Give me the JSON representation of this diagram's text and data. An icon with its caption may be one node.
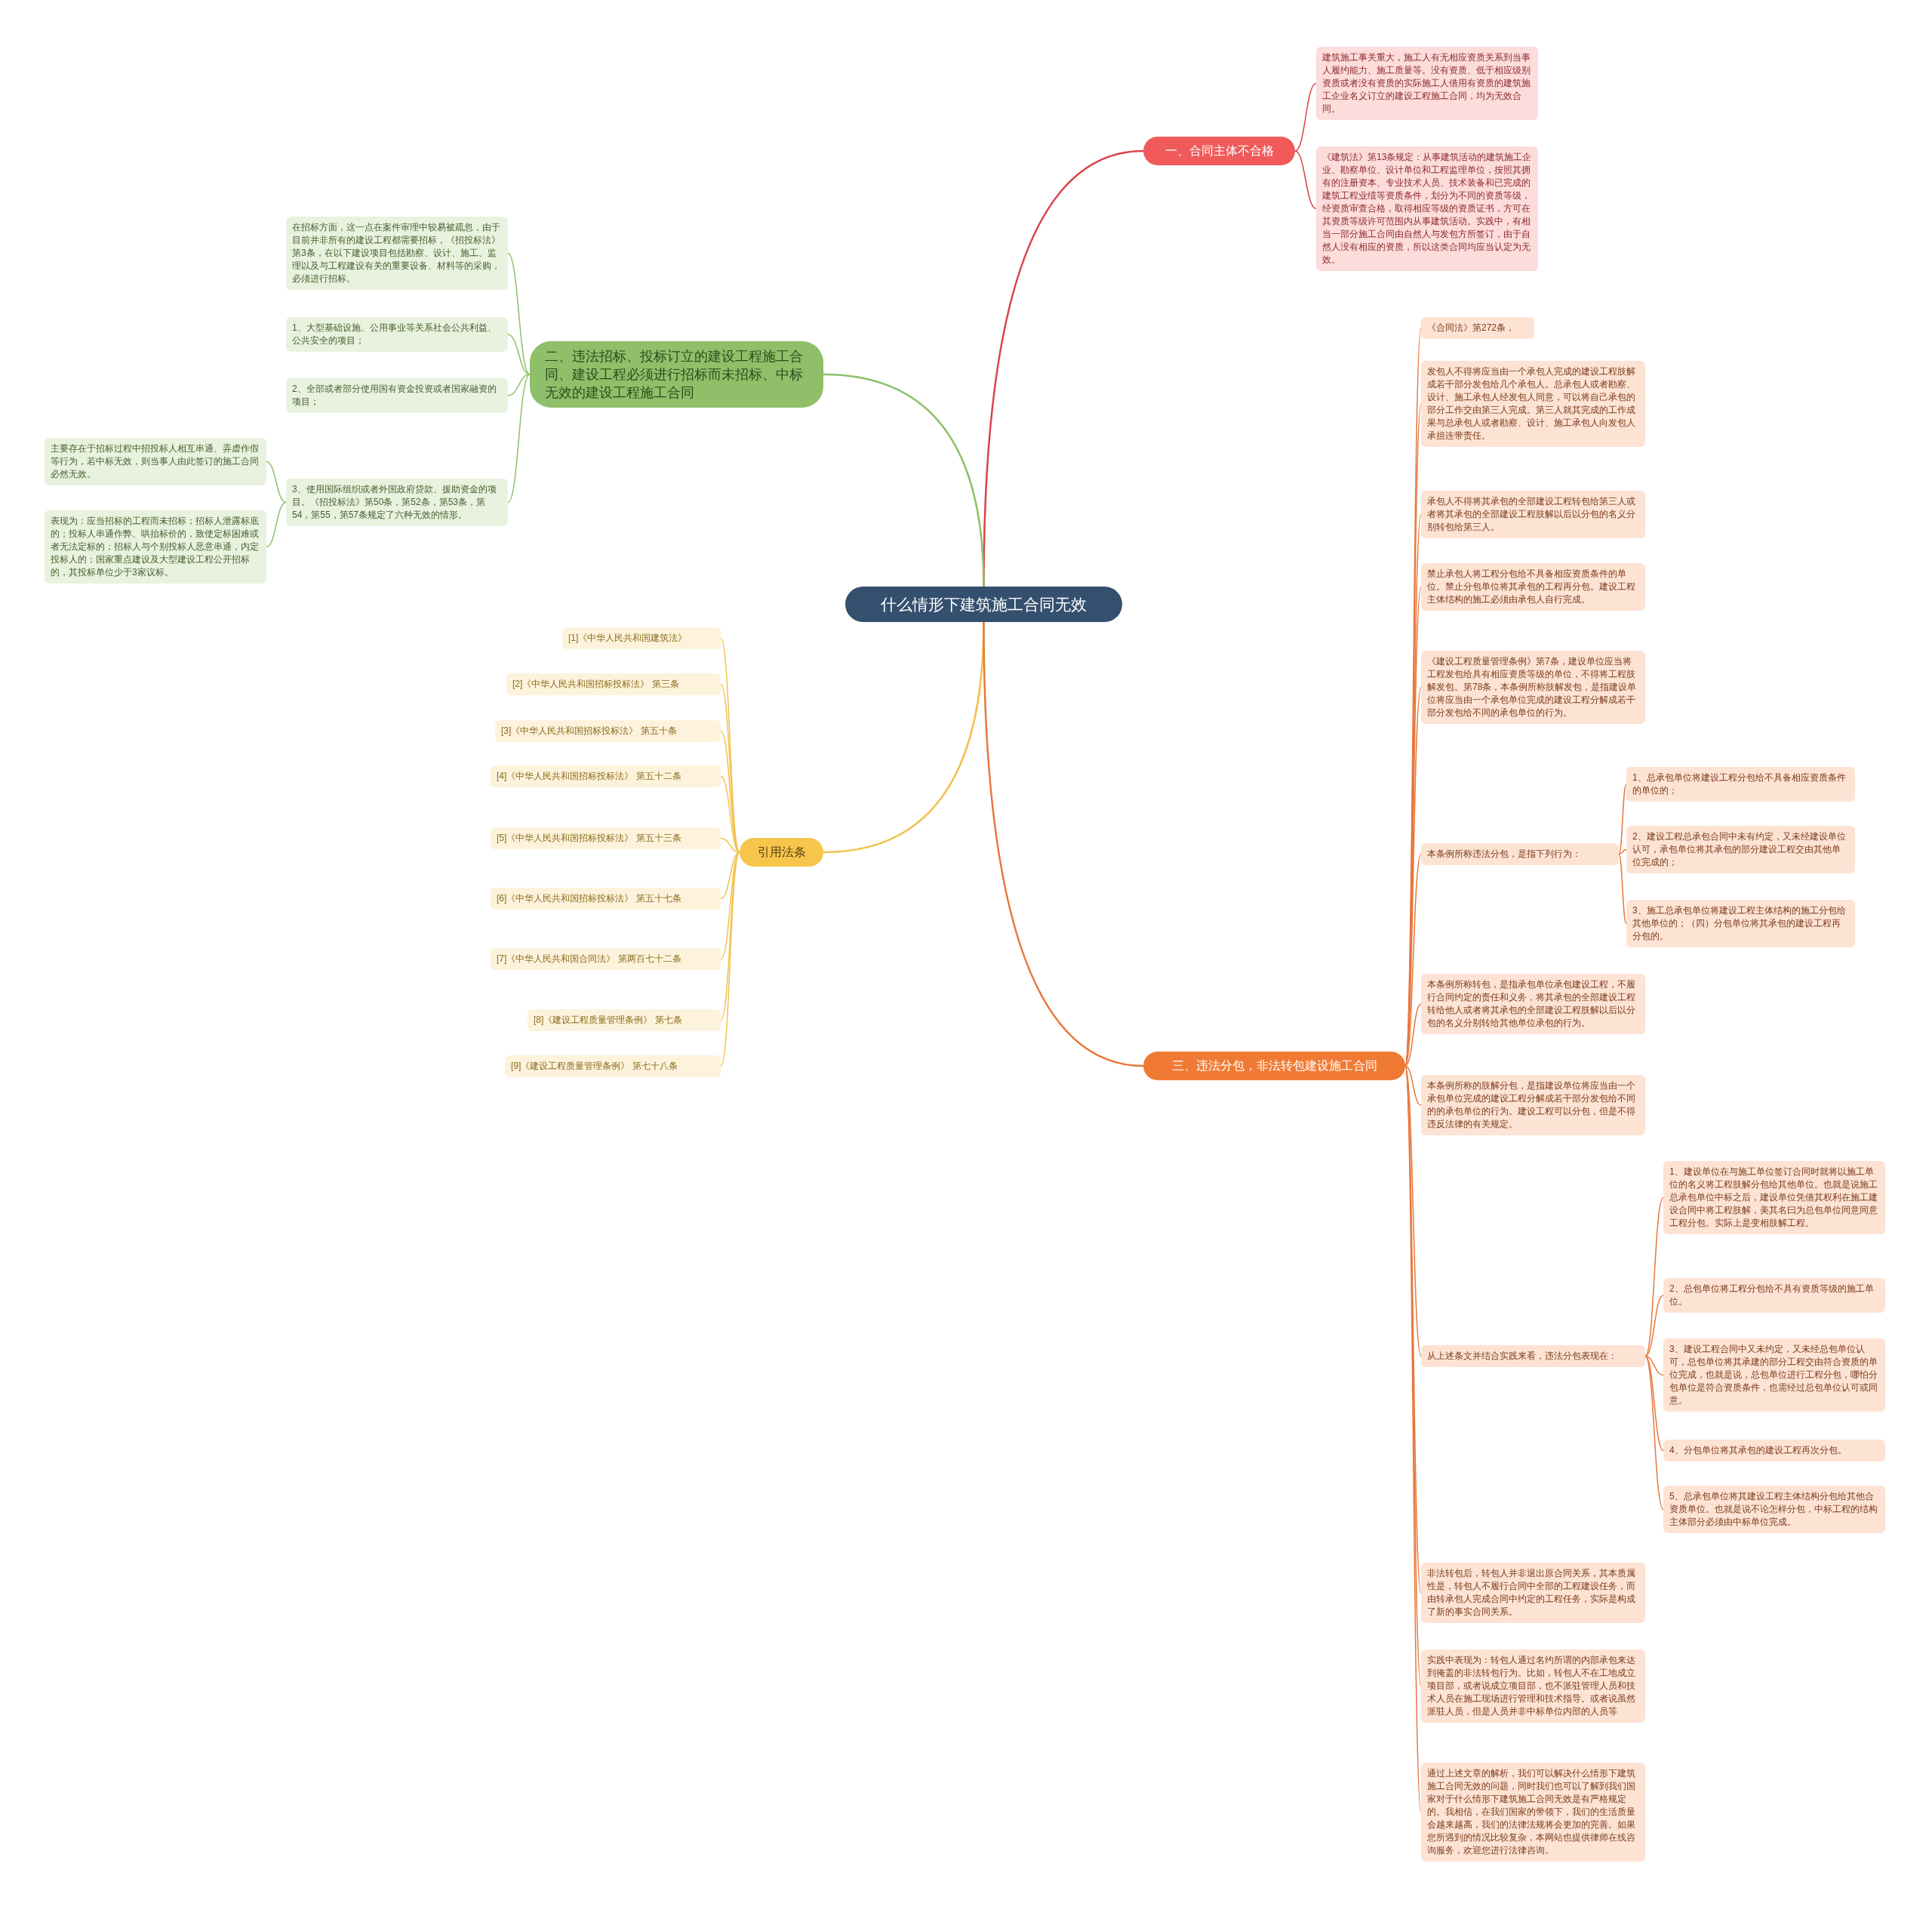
{
  "diagram": {
    "nodes": [
      {
        "text": [
          "什么情形下建筑施工合同无效"
        ]
      },
      {
        "text": [
          "一、合同主体不合格"
        ]
      },
      {
        "text": [
          "建筑施工事关重大，施工人有无相应资质关系到当事人履约能力、施工质量等。没有资质、低于相应级别资质或者没有资质的实际施工人借用有资质的建筑施工企业名义订立的建设工程施工合同，均为无效合同。"
        ]
      },
      {
        "text": [
          "《建筑法》第13条规定：从事建筑活动的建筑施工企业、勘察单位、设计单位和工程监理单位，按照其拥有的注册资本、专业技术人员、技术装备和已完成的建筑工程业绩等资质条件，划分为不同的资质等级，经资质审查合格，取得相应等级的资质证书，方可在其资质等级许可范围内从事建筑活动。实践中，有相当一部分施工合同由自然人与发包方所签订，由于自然人没有相应的资质，所以这类合同均应当认定为无效。"
        ]
      },
      {
        "text": [
          "二、违法招标、投标订立的建设工程施工合同、建设工程必须进行招标而未招标、中标无效的建设工程施工合同"
        ]
      },
      {
        "text": [
          "在招标方面，这一点在案件审理中较易被疏忽，由于目前并非所有的建设工程都需要招标，《招投标法》第3条，在以下建设项目包括勘察、设计、施工、监理以及与工程建设有关的重要设备、材料等的采购，必须进行招标。"
        ]
      },
      {
        "text": [
          "1、大型基础设施、公用事业等关系社会公共利益、公共安全的项目；"
        ]
      },
      {
        "text": [
          "2、全部或者部分使用国有资金投资或者国家融资的项目；"
        ]
      },
      {
        "text": [
          "3、使用国际组织或者外国政府贷款、援助资金的项目。《招投标法》第50条，第52条，第53条，第54，第55，第57条规定了六种无效的情形。"
        ]
      },
      {
        "text": [
          "主要存在于招标过程中招投标人相互串通、弄虚作假等行为，若中标无效，则当事人由此签订的施工合同必然无效。"
        ]
      },
      {
        "text": [
          "表现为：应当招标的工程而未招标；招标人泄露标底的；投标人串通作弊、哄抬标价的，致使定标困难或者无法定标的；招标人与个别投标人恶意串通，内定投标人的；国家重点建设及大型建设工程公开招标的，其投标单位少于3家议标。"
        ]
      },
      {
        "text": [
          "引用法条"
        ]
      },
      {
        "text": [
          "[1]《中华人民共和国建筑法》"
        ]
      },
      {
        "text": [
          "[2]《中华人民共和国招标投标法》 第三条"
        ]
      },
      {
        "text": [
          "[3]《中华人民共和国招标投标法》 第五十条"
        ]
      },
      {
        "text": [
          "[4]《中华人民共和国招标投标法》 第五十二条"
        ]
      },
      {
        "text": [
          "[5]《中华人民共和国招标投标法》 第五十三条"
        ]
      },
      {
        "text": [
          "[6]《中华人民共和国招标投标法》 第五十七条"
        ]
      },
      {
        "text": [
          "[7]《中华人民共和国合同法》 第两百七十二条"
        ]
      },
      {
        "text": [
          "[8]《建设工程质量管理条例》 第七条"
        ]
      },
      {
        "text": [
          "[9]《建设工程质量管理条例》 第七十八条"
        ]
      },
      {
        "text": [
          "三、违法分包，非法转包建设施工合同"
        ]
      },
      {
        "text": [
          "《合同法》第272条，"
        ]
      },
      {
        "text": [
          "发包人不得将应当由一个承包人完成的建设工程肢解成若干部分发包给几个承包人。总承包人或者勘察、设计、施工承包人经发包人同意，可以将自己承包的部分工作交由第三人完成。第三人就其完成的工作成果与总承包人或者勘察、设计、施工承包人向发包人承担连带责任。"
        ]
      },
      {
        "text": [
          "承包人不得将其承包的全部建设工程转包给第三人或者将其承包的全部建设工程肢解以后以分包的名义分别转包给第三人。"
        ]
      },
      {
        "text": [
          "禁止承包人将工程分包给不具备相应资质条件的单位。禁止分包单位将其承包的工程再分包。建设工程主体结构的施工必须由承包人自行完成。"
        ]
      },
      {
        "text": [
          "《建设工程质量管理条例》第7条，建设单位应当将工程发包给具有相应资质等级的单位，不得将工程肢解发包。第78条，本条例所称肢解发包，是指建设单位将应当由一个承包单位完成的建设工程分解成若干部分发包给不同的承包单位的行为。"
        ]
      },
      {
        "text": [
          "本条例所称违法分包，是指下列行为："
        ]
      },
      {
        "text": [
          "1、总承包单位将建设工程分包给不具备相应资质条件的单位的；"
        ]
      },
      {
        "text": [
          "2、建设工程总承包合同中未有约定，又未经建设单位认可，承包单位将其承包的部分建设工程交由其他单位完成的；"
        ]
      },
      {
        "text": [
          "3、施工总承包单位将建设工程主体结构的施工分包给其他单位的；（四）分包单位将其承包的建设工程再分包的。"
        ]
      },
      {
        "text": [
          "本条例所称转包，是指承包单位承包建设工程，不履行合同约定的责任和义务，将其承包的全部建设工程转给他人或者将其承包的全部建设工程肢解以后以分包的名义分别转给其他单位承包的行为。"
        ]
      },
      {
        "text": [
          "本条例所称的肢解分包，是指建设单位将应当由一个承包单位完成的建设工程分解成若干部分发包给不同的的承包单位的行为。建设工程可以分包，但是不得违反法律的有关规定。"
        ]
      },
      {
        "text": [
          "从上述条文并结合实践来看，违法分包表现在："
        ]
      },
      {
        "text": [
          "1、建设单位在与施工单位签订合同时就将以施工单位的名义将工程肢解分包给其他单位。也就是说施工总承包单位中标之后，建设单位凭借其权利在施工建设合同中将工程肢解，美其名曰为总包单位同意同意工程分包。实际上是变相肢解工程。"
        ]
      },
      {
        "text": [
          "2、总包单位将工程分包给不具有资质等级的施工单位。"
        ]
      },
      {
        "text": [
          "3、建设工程合同中又未约定，又未经总包单位认可，总包单位将其承建的部分工程交由符合资质的单位完成，也就是说，总包单位进行工程分包，哪怕分包单位是符合资质条件，也需经过总包单位认可或同意。"
        ]
      },
      {
        "text": [
          "4、分包单位将其承包的建设工程再次分包。"
        ]
      },
      {
        "text": [
          "5、总承包单位将其建设工程主体结构分包给其他合资质单位。也就是说不论怎样分包，中标工程的结构主体部分必须由中标单位完成。"
        ]
      },
      {
        "text": [
          "非法转包后，转包人并非退出原合同关系，其本质属性是，转包人不履行合同中全部的工程建设任务，而由转承包人完成合同中约定的工程任务，实际是构成了新的事实合同关系。"
        ]
      },
      {
        "text": [
          "实践中表现为：转包人通过名约所谓的内部承包来达到掩盖的非法转包行为。比如，转包人不在工地成立项目部，或者说成立项目部，也不派驻管理人员和技术人员在施工现场进行管理和技术指导。或者说虽然派驻人员，但是人员并非中标单位内部的人员等"
        ]
      },
      {
        "text": [
          "通过上述文章的解析，我们可以解决什么情形下建筑施工合同无效的问题，同时我们也可以了解到我们国家对于什么情形下建筑施工合同无效是有严格规定的。我相信，在我们国家的带领下，我们的生活质量会越来越高，我们的法律法规将会更加的完善。如果您所遇到的情况比较复杂，本网站也提供律师在线咨询服务，欢迎您进行法律咨询。"
        ]
      }
    ],
    "edges": [
      {
        "from": 0,
        "to": 1,
        "arrow": "none",
        "color": "#d9434a"
      },
      {
        "from": 1,
        "to": 2,
        "arrow": "none",
        "color": "#d9434a"
      },
      {
        "from": 1,
        "to": 3,
        "arrow": "none",
        "color": "#d9434a"
      },
      {
        "from": 0,
        "to": 4,
        "arrow": "none",
        "color": "#8cbf6a"
      },
      {
        "from": 4,
        "to": 5,
        "arrow": "none",
        "color": "#8cbf6a"
      },
      {
        "from": 4,
        "to": 6,
        "arrow": "none",
        "color": "#8cbf6a"
      },
      {
        "from": 4,
        "to": 7,
        "arrow": "none",
        "color": "#8cbf6a"
      },
      {
        "from": 4,
        "to": 8,
        "arrow": "none",
        "color": "#8cbf6a"
      },
      {
        "from": 8,
        "to": 9,
        "arrow": "none",
        "color": "#8cbf6a"
      },
      {
        "from": 8,
        "to": 10,
        "arrow": "none",
        "color": "#8cbf6a"
      },
      {
        "from": 0,
        "to": 11,
        "arrow": "none",
        "color": "#f2c14e"
      },
      {
        "from": 11,
        "to": 12,
        "arrow": "none",
        "color": "#f2c14e"
      },
      {
        "from": 11,
        "to": 13,
        "arrow": "none",
        "color": "#f2c14e"
      },
      {
        "from": 11,
        "to": 14,
        "arrow": "none",
        "color": "#f2c14e"
      },
      {
        "from": 11,
        "to": 15,
        "arrow": "none",
        "color": "#f2c14e"
      },
      {
        "from": 11,
        "to": 16,
        "arrow": "none",
        "color": "#f2c14e"
      },
      {
        "from": 11,
        "to": 17,
        "arrow": "none",
        "color": "#f2c14e"
      },
      {
        "from": 11,
        "to": 18,
        "arrow": "none",
        "color": "#f2c14e"
      },
      {
        "from": 11,
        "to": 19,
        "arrow": "none",
        "color": "#f2c14e"
      },
      {
        "from": 11,
        "to": 20,
        "arrow": "none",
        "color": "#f2c14e"
      },
      {
        "from": 0,
        "to": 21,
        "arrow": "none"
      },
      {
        "from": 21,
        "to": 22,
        "arrow": "none"
      },
      {
        "from": 21,
        "to": 23,
        "arrow": "none"
      },
      {
        "from": 21,
        "to": 24,
        "arrow": "none"
      },
      {
        "from": 21,
        "to": 25,
        "arrow": "none"
      },
      {
        "from": 21,
        "to": 26,
        "arrow": "none"
      },
      {
        "from": 21,
        "to": 27,
        "arrow": "none"
      },
      {
        "from": 27,
        "to": 28,
        "arrow": "none"
      },
      {
        "from": 27,
        "to": 29,
        "arrow": "none"
      },
      {
        "from": 27,
        "to": 30,
        "arrow": "none"
      },
      {
        "from": 21,
        "to": 31,
        "arrow": "none"
      },
      {
        "from": 21,
        "to": 32,
        "arrow": "none"
      },
      {
        "from": 21,
        "to": 33,
        "arrow": "none"
      },
      {
        "from": 33,
        "to": 34,
        "arrow": "none"
      },
      {
        "from": 33,
        "to": 35,
        "arrow": "none"
      },
      {
        "from": 33,
        "to": 36,
        "arrow": "none"
      },
      {
        "from": 33,
        "to": 37,
        "arrow": "none"
      },
      {
        "from": 33,
        "to": 38,
        "arrow": "none"
      },
      {
        "from": 21,
        "to": 39,
        "arrow": "none"
      },
      {
        "from": 21,
        "to": 40,
        "arrow": "none"
      },
      {
        "from": 21,
        "to": 41,
        "arrow": "none"
      }
    ]
  }
}
